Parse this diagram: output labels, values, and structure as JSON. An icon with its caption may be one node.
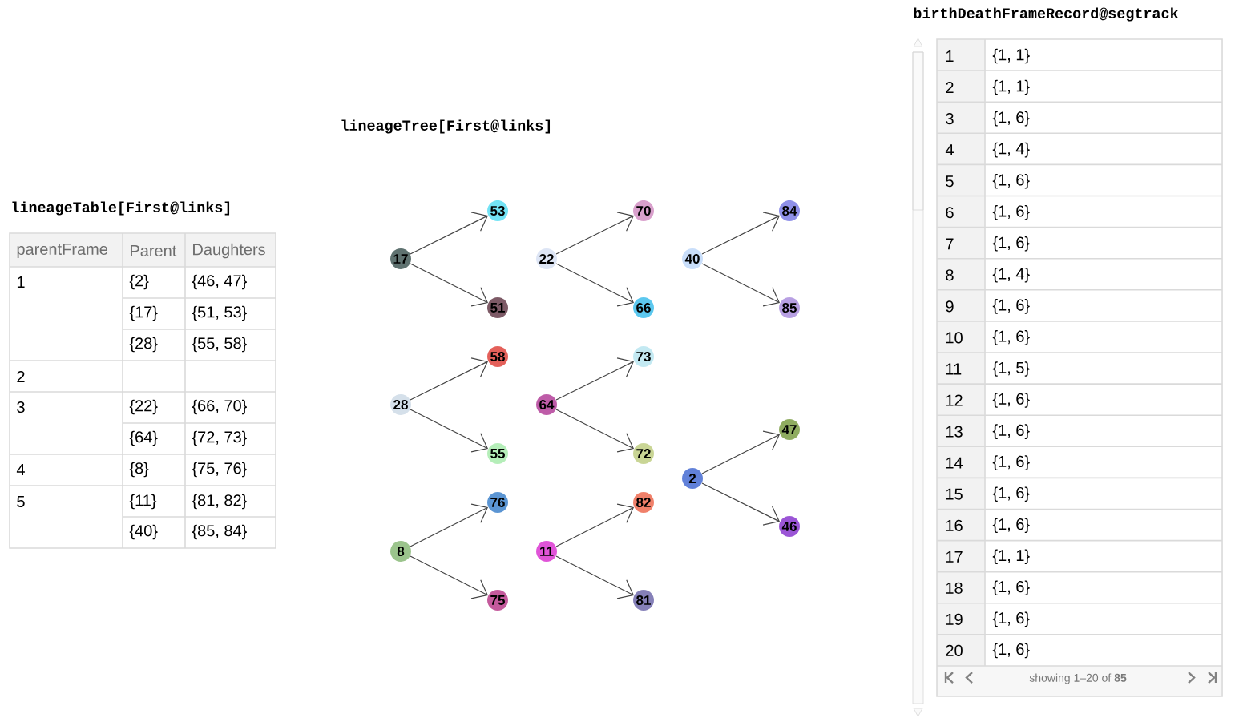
{
  "diagram": {
    "nodes": [
      {
        "text": [
          "17"
        ]
      },
      {
        "text": [
          "53"
        ]
      },
      {
        "text": [
          "51"
        ]
      },
      {
        "text": [
          "22"
        ]
      },
      {
        "text": [
          "70"
        ]
      },
      {
        "text": [
          "66"
        ]
      },
      {
        "text": [
          "40"
        ]
      },
      {
        "text": [
          "84"
        ]
      },
      {
        "text": [
          "85"
        ]
      },
      {
        "text": [
          "28"
        ]
      },
      {
        "text": [
          "58"
        ]
      },
      {
        "text": [
          "55"
        ]
      },
      {
        "text": [
          "64"
        ]
      },
      {
        "text": [
          "73"
        ]
      },
      {
        "text": [
          "72"
        ]
      },
      {
        "text": [
          "2"
        ]
      },
      {
        "text": [
          "47"
        ]
      },
      {
        "text": [
          "46"
        ]
      },
      {
        "text": [
          "8"
        ]
      },
      {
        "text": [
          "76"
        ]
      },
      {
        "text": [
          "75"
        ]
      },
      {
        "text": [
          "11"
        ]
      },
      {
        "text": [
          "82"
        ]
      },
      {
        "text": [
          "81"
        ]
      }
    ],
    "edges": [
      {
        "from": 0,
        "to": 1,
        "arrow": "to"
      },
      {
        "from": 0,
        "to": 2,
        "arrow": "to"
      },
      {
        "from": 3,
        "to": 4,
        "arrow": "to"
      },
      {
        "from": 3,
        "to": 5,
        "arrow": "to"
      },
      {
        "from": 6,
        "to": 7,
        "arrow": "to"
      },
      {
        "from": 6,
        "to": 8,
        "arrow": "to"
      },
      {
        "from": 9,
        "to": 10,
        "arrow": "to"
      },
      {
        "from": 9,
        "to": 11,
        "arrow": "to"
      },
      {
        "from": 12,
        "to": 13,
        "arrow": "to"
      },
      {
        "from": 12,
        "to": 14,
        "arrow": "to"
      },
      {
        "from": 15,
        "to": 16,
        "arrow": "to"
      },
      {
        "from": 15,
        "to": 17,
        "arrow": "to"
      },
      {
        "from": 18,
        "to": 19,
        "arrow": "to"
      },
      {
        "from": 18,
        "to": 20,
        "arrow": "to"
      },
      {
        "from": 21,
        "to": 22,
        "arrow": "to"
      },
      {
        "from": 21,
        "to": 23,
        "arrow": "to"
      }
    ],
    "labels": [
      "birthDeathFrameRecord@segtrack",
      "lineageTree[First@links]",
      "lineageTable[First@links]",
      "parentFrame",
      "Parent",
      "Daughters",
      "1",
      "{2}",
      "{46, 47}",
      "{17}",
      "{51, 53}",
      "{28}",
      "{55, 58}",
      "2",
      "3",
      "{22}",
      "{66, 70}",
      "{64}",
      "{72, 73}",
      "4",
      "{8}",
      "{75, 76}",
      "5",
      "{11}",
      "{81, 82}",
      "{40}",
      "{85, 84}",
      "1",
      "{1, 1}",
      "2",
      "{1, 1}",
      "3",
      "{1, 6}",
      "4",
      "{1, 4}",
      "5",
      "{1, 6}",
      "6",
      "{1, 6}",
      "7",
      "{1, 6}",
      "8",
      "{1, 4}",
      "9",
      "{1, 6}",
      "10",
      "{1, 6}",
      "11",
      "{1, 5}",
      "12",
      "{1, 6}",
      "13",
      "{1, 6}",
      "14",
      "{1, 6}",
      "15",
      "{1, 6}",
      "16",
      "{1, 6}",
      "17",
      "{1, 1}",
      "18",
      "{1, 6}",
      "19",
      "{1, 6}",
      "20",
      "{1, 6}",
      "showing 1–20 of **85**"
    ]
  }
}
